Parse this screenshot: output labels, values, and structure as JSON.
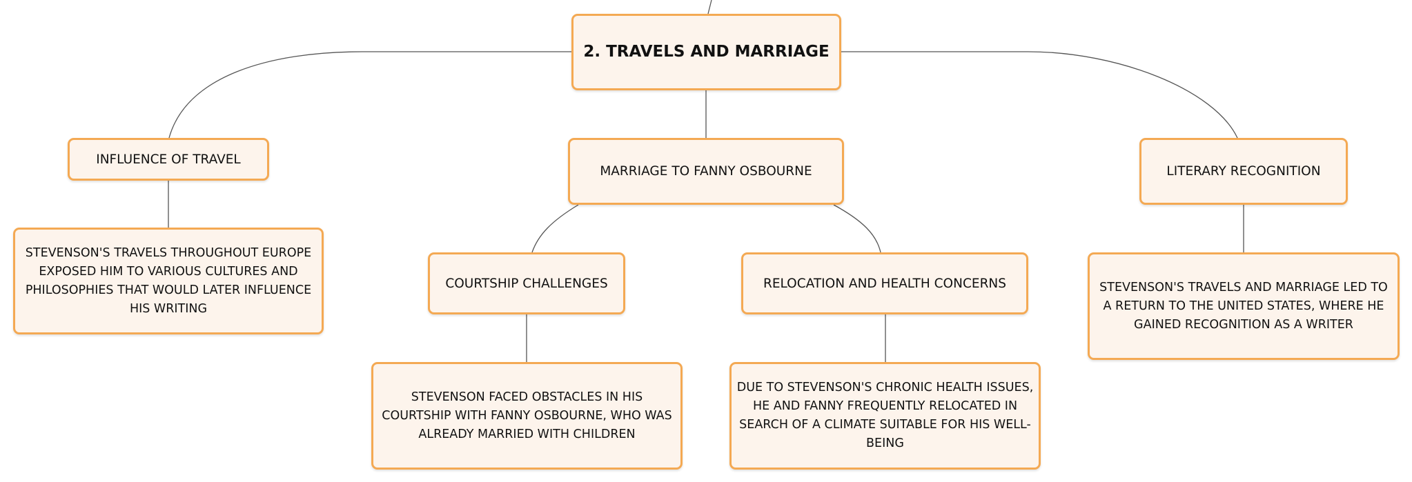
{
  "nodes": {
    "main": "2. TRAVELS AND MARRIAGE",
    "influence": "INFLUENCE OF TRAVEL",
    "influence_detail": "STEVENSON'S TRAVELS THROUGHOUT EUROPE EXPOSED HIM TO VARIOUS CULTURES AND PHILOSOPHIES THAT WOULD LATER INFLUENCE HIS WRITING",
    "marriage": "MARRIAGE TO FANNY OSBOURNE",
    "courtship": "COURTSHIP CHALLENGES",
    "courtship_detail": "STEVENSON FACED OBSTACLES IN HIS COURTSHIP WITH FANNY OSBOURNE, WHO WAS ALREADY MARRIED WITH CHILDREN",
    "relocation": "RELOCATION AND HEALTH CONCERNS",
    "relocation_detail": "DUE TO STEVENSON'S CHRONIC HEALTH ISSUES, HE AND FANNY FREQUENTLY RELOCATED IN SEARCH OF A CLIMATE SUITABLE FOR HIS WELL-BEING",
    "recognition": "LITERARY RECOGNITION",
    "recognition_detail": "STEVENSON'S TRAVELS AND MARRIAGE LED TO A RETURN TO THE UNITED STATES, WHERE HE GAINED RECOGNITION AS A WRITER"
  },
  "colors": {
    "node_fill": "#fdf4ec",
    "node_border": "#f4a953",
    "connector": "#555555",
    "text": "#111111"
  }
}
